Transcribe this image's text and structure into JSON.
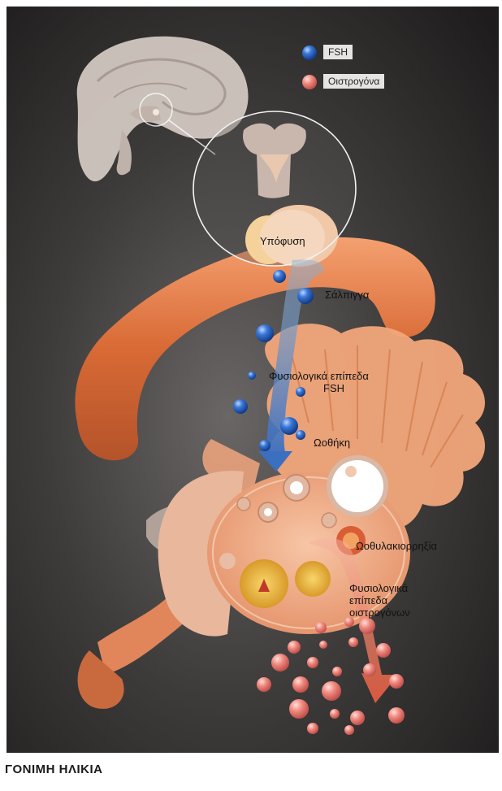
{
  "legend": {
    "fsh": {
      "label": "FSH",
      "color": "#3b78d8"
    },
    "estrogen": {
      "label": "Οιστρογόνα",
      "color": "#f08a80"
    }
  },
  "labels": {
    "pituitary": "Υπόφυση",
    "fallopian_tube": "Σάλπιγγα",
    "fsh_levels_line1": "Φυσιολογικά επίπεδα",
    "fsh_levels_line2": "FSH",
    "ovary": "Ωοθήκη",
    "ovulation": "Ωοθυλακιορρηξία",
    "estrogen_levels_line1": "Φυσιολογικά",
    "estrogen_levels_line2": "επίπεδα",
    "estrogen_levels_line3": "οιστρογόνων"
  },
  "caption": "ΓΟΝΙΜΗ ΗΛΙΚΙΑ",
  "colors": {
    "background_dark": "#3a3838",
    "tissue": "#e8864f",
    "ovary": "#f0b08c",
    "fimbriae": "#f2a77a",
    "fsh_blue": "#3b78d8",
    "estrogen_pink": "#f08a80"
  }
}
